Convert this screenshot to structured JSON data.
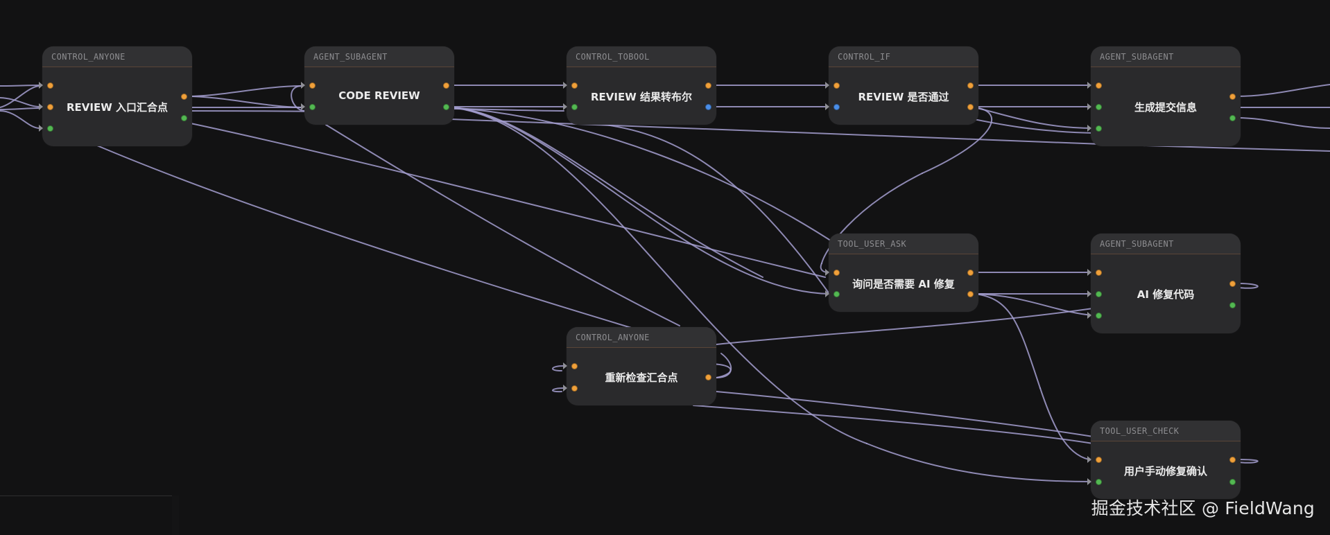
{
  "colors": {
    "background": "#121213",
    "node_body": "#2a2a2c",
    "edge": "#a49fd0",
    "port_orange": "#f0a03a",
    "port_green": "#53b852",
    "port_blue": "#4a8ee8"
  },
  "nodes": [
    {
      "id": "review-entry",
      "type": "CONTROL_ANYONE",
      "title": "REVIEW 入口汇合点",
      "inputs": [
        "orange",
        "orange",
        "green"
      ],
      "outputs": [
        "orange",
        "green"
      ]
    },
    {
      "id": "code-review",
      "type": "AGENT_SUBAGENT",
      "title": "CODE REVIEW",
      "inputs": [
        "orange",
        "green"
      ],
      "outputs": [
        "orange",
        "green"
      ]
    },
    {
      "id": "review-tobool",
      "type": "CONTROL_TOBOOL",
      "title": "REVIEW 结果转布尔",
      "inputs": [
        "orange",
        "green"
      ],
      "outputs": [
        "orange",
        "blue"
      ]
    },
    {
      "id": "review-if",
      "type": "CONTROL_IF",
      "title": "REVIEW 是否通过",
      "inputs": [
        "orange",
        "blue"
      ],
      "outputs": [
        "orange",
        "orange"
      ]
    },
    {
      "id": "gen-commit",
      "type": "AGENT_SUBAGENT",
      "title": "生成提交信息",
      "inputs": [
        "orange",
        "green",
        "green"
      ],
      "outputs": [
        "orange",
        "green"
      ]
    },
    {
      "id": "ask-ai-fix",
      "type": "TOOL_USER_ASK",
      "title": "询问是否需要 AI 修复",
      "inputs": [
        "orange",
        "green"
      ],
      "outputs": [
        "orange",
        "orange"
      ]
    },
    {
      "id": "ai-fix",
      "type": "AGENT_SUBAGENT",
      "title": "AI 修复代码",
      "inputs": [
        "orange",
        "green",
        "green"
      ],
      "outputs": [
        "orange",
        "green"
      ]
    },
    {
      "id": "recheck",
      "type": "CONTROL_ANYONE",
      "title": "重新检查汇合点",
      "inputs": [
        "orange",
        "orange"
      ],
      "outputs": [
        "orange"
      ]
    },
    {
      "id": "user-check",
      "type": "TOOL_USER_CHECK",
      "title": "用户手动修复确认",
      "inputs": [
        "orange",
        "green"
      ],
      "outputs": [
        "orange",
        "green"
      ]
    }
  ],
  "watermark": "掘金技术社区 @ FieldWang"
}
